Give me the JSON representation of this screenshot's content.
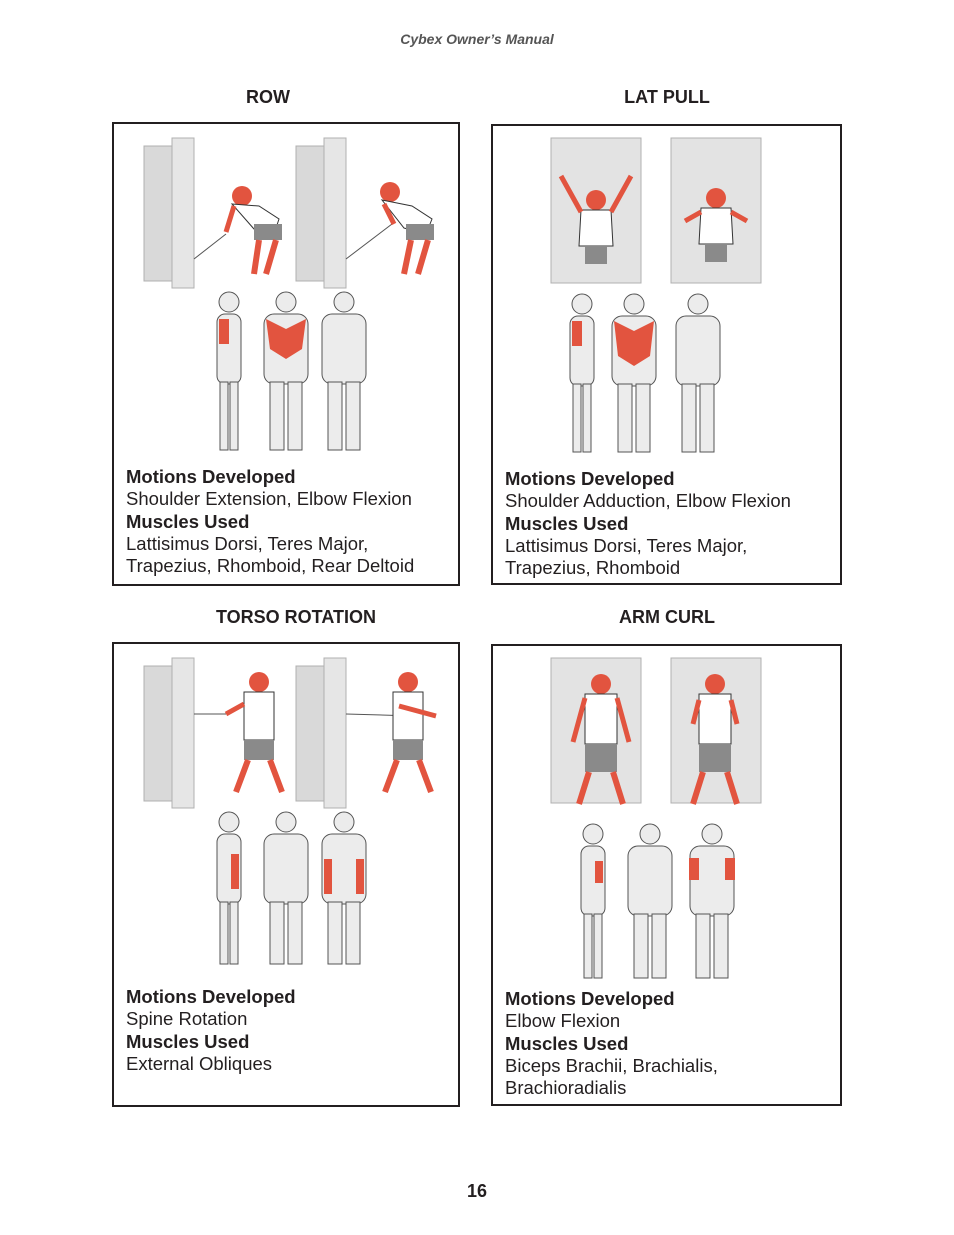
{
  "header": "Cybex Owner’s Manual",
  "page_number": "16",
  "labels": {
    "motions": "Motions Developed",
    "muscles": "Muscles Used"
  },
  "exercises": [
    {
      "title": "ROW",
      "motions": "Shoulder Extension, Elbow Flexion",
      "muscles_line1": "Lattisimus Dorsi, Teres Major,",
      "muscles_line2": "Trapezius, Rhomboid, Rear Deltoid"
    },
    {
      "title": "LAT PULL",
      "motions": "Shoulder Adduction, Elbow Flexion",
      "muscles_line1": "Lattisimus Dorsi, Teres Major,",
      "muscles_line2": "Trapezius, Rhomboid"
    },
    {
      "title": "TORSO ROTATION",
      "motions": "Spine Rotation",
      "muscles_line1": "External Obliques",
      "muscles_line2": ""
    },
    {
      "title": "ARM CURL",
      "motions": "Elbow Flexion",
      "muscles_line1": "Biceps Brachii, Brachialis,",
      "muscles_line2": "Brachioradialis"
    }
  ],
  "colors": {
    "highlight": "#e2543f",
    "machine": "#d9d9d9",
    "border": "#231f20",
    "shorts": "#8a8a8a"
  }
}
